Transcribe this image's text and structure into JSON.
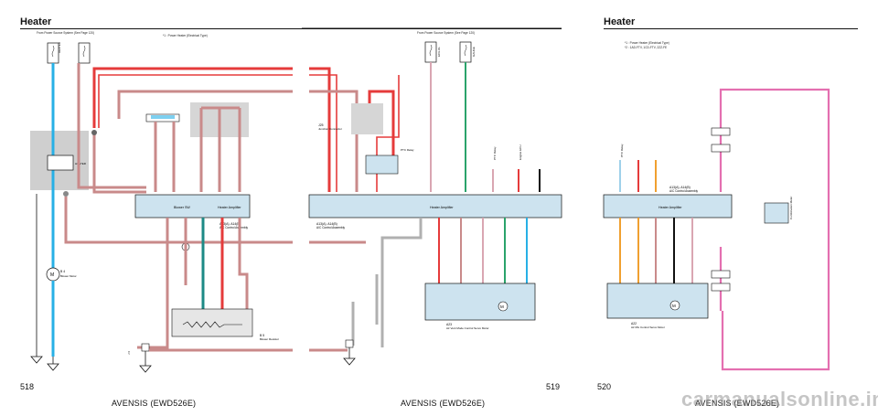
{
  "header": {
    "left_title": "Heater",
    "right_title": "Heater"
  },
  "notes": {
    "p518_source": "From Power Source System (See Page 120)",
    "p518_legend": "*1 : Power Heater (Electrical Type)",
    "p519_source": "From Power Source System (See Page 120)",
    "p520_legend_1": "*1 : Power Heater (Electrical Type)",
    "p520_legend_2": "*2 : 1AD-FTV, 1CD-FTV, 2ZZ-FE"
  },
  "labels": {
    "blower_sw": "Blower SW",
    "heater_amp": "Heater Amplifier",
    "heater_amp_2": "Heater Amplifier",
    "heater_amp_3": "Heater Amplifier",
    "ac_ctrl": "A/C Control Assembly",
    "ac_ctrl_2": "A/C Control Assembly",
    "ac_ctrl_3": "A/C Control Assembly",
    "ac_ctrl_code": "A13(A), A14(B)",
    "ac_ctrl_code_2": "A13(A), A14(B)",
    "ac_ctrl_code_3": "A13(A), A14(B)",
    "blower_motor": "Blower Motor",
    "blower_motor_code": "B 4",
    "blower_resistor": "Blower Resistor",
    "blower_resistor_code": "B 5",
    "air_vent": "Air Vent Mode Control Servo Motor",
    "air_vent_code": "A23",
    "air_mix": "Air Mix Control Servo Motor",
    "air_mix_code": "A22",
    "junction": "Junction Connector",
    "junction_code": "J25",
    "junction_code_2": "J 6",
    "ptc_relay": "PTC Relay",
    "ecu": "Engine ECU",
    "combination_meter": "Combination Meter",
    "fuse_heater": "HEATER",
    "fuse_ecu_ig": "ECU-IG",
    "fuse_gauge": "GAUGE",
    "relay": "HEATER"
  },
  "page_numbers": {
    "left": "518",
    "middle": "519",
    "right": "520"
  },
  "footers": {
    "left": "AVENSIS (EWD526E)",
    "middle": "AVENSIS (EWD526E)",
    "right": "AVENSIS (EWD526E)"
  },
  "watermark": "carmanualsonline.info",
  "colors": {
    "red": "#e53b3b",
    "pink_red": "#c98a8a",
    "cyan": "#27b0e6",
    "teal": "#1d8a86",
    "green": "#2aa36b",
    "orange": "#f0a030",
    "pink": "#e46fb0",
    "light_blue": "#9fd1ea",
    "gray": "#b0b0b0",
    "black": "#111111"
  }
}
